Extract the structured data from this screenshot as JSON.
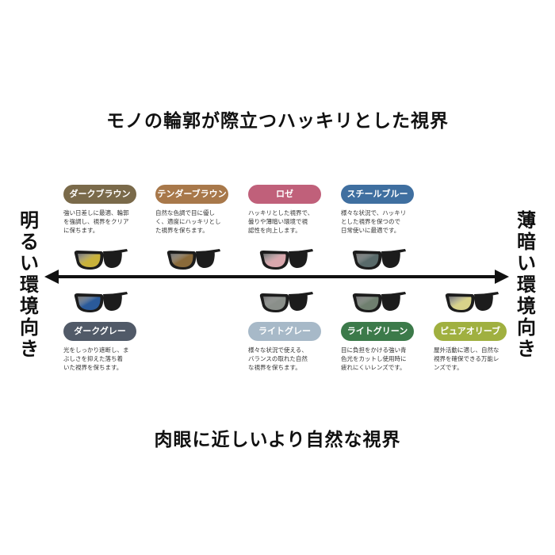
{
  "title_top": "モノの輪郭が際立つハッキリとした視界",
  "title_bottom": "肉眼に近しいより自然な視界",
  "left_label": [
    "明",
    "る",
    "い",
    "環",
    "境",
    "向",
    "き"
  ],
  "right_label": [
    "薄",
    "暗",
    "い",
    "環",
    "境",
    "向",
    "き"
  ],
  "lenses_top": [
    {
      "name": "ダークブラウン",
      "color": "#7a6a4a",
      "lens": "#c9b23a",
      "desc": [
        "強い日差しに最適、輪郭",
        "を強調し、視界をクリア",
        "に保ちます。"
      ]
    },
    {
      "name": "テンダーブラウン",
      "color": "#a8784a",
      "lens": "#8a6a3a",
      "desc": [
        "自然な色調で目に優し",
        "く、適度にハッキリとし",
        "た視界を保ちます。"
      ]
    },
    {
      "name": "ロゼ",
      "color": "#c0607a",
      "lens": "#d9a7ad",
      "desc": [
        "ハッキリとした視界で、",
        "曇りや薄暗い環境で視",
        "認性を向上します。"
      ]
    },
    {
      "name": "スチールブルー",
      "color": "#3f6fa0",
      "lens": "#596a6a",
      "desc": [
        "様々な状況で、ハッキリ",
        "とした視界を保つので",
        "日常使いに最適です。"
      ]
    }
  ],
  "lenses_bottom": [
    {
      "name": "ダークグレー",
      "color": "#515a68",
      "lens": "#2a5a9a",
      "desc": [
        "光をしっかり遮断し、ま",
        "ぶしさを抑えた落ち着",
        "いた視界を保ちます。"
      ]
    },
    {
      "name": "ライトグレー",
      "color": "#a7b9c8",
      "lens": "#8a8f8a",
      "desc": [
        "様々な状況で使える、",
        "バランスの取れた自然",
        "な視界を保ちます。"
      ]
    },
    {
      "name": "ライトグリーン",
      "color": "#3c7a4a",
      "lens": "#6f7f6f",
      "desc": [
        "目に負担をかける強い青",
        "色光をカットし使用時に",
        "疲れにくいレンズです。"
      ]
    },
    {
      "name": "ピュアオリーブ",
      "color": "#a0b040",
      "lens": "#d8d28a",
      "desc": [
        "屋外活動に適し、自然な",
        "視界を確保できる万能レ",
        "ンズです。"
      ]
    }
  ]
}
